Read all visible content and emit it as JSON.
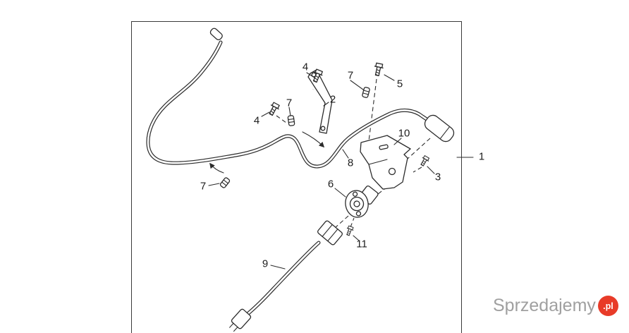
{
  "diagram": {
    "callouts": [
      {
        "label": "4"
      },
      {
        "label": "2"
      },
      {
        "label": "7"
      },
      {
        "label": "5"
      },
      {
        "label": "4"
      },
      {
        "label": "7"
      },
      {
        "label": "10"
      },
      {
        "label": "3"
      },
      {
        "label": "1"
      },
      {
        "label": "8"
      },
      {
        "label": "7"
      },
      {
        "label": "6"
      },
      {
        "label": "11"
      },
      {
        "label": "9"
      }
    ]
  },
  "watermark": {
    "name": "Sprzedajemy",
    "tld": ".pl"
  },
  "colors": {
    "line": "#2b2b2b",
    "watermark_text": "#a0a0a0",
    "badge": "#e83b28",
    "badge_text": "#ffffff"
  }
}
